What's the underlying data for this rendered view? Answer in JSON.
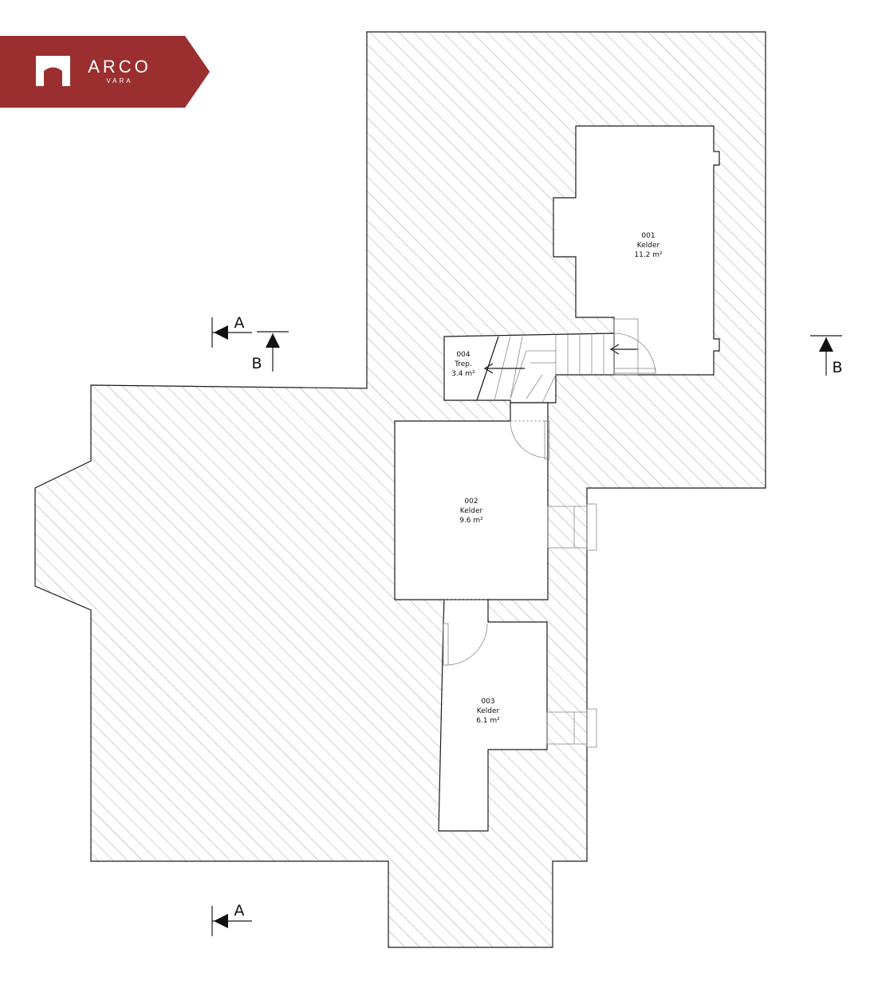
{
  "logo": {
    "brand": "ARCO",
    "sub": "VARA",
    "icon": "house-icon",
    "color": "#9b2f2f"
  },
  "rooms": [
    {
      "number": "001",
      "name": "Kelder",
      "area": "11.2",
      "unit": "m²"
    },
    {
      "number": "002",
      "name": "Kelder",
      "area": "9.6",
      "unit": "m²"
    },
    {
      "number": "003",
      "name": "Kelder",
      "area": "6.1",
      "unit": "m²"
    },
    {
      "number": "004",
      "name": "Trep.",
      "area": "3.4",
      "unit": "m²"
    }
  ],
  "sections": {
    "a_top": "A",
    "a_bottom": "A",
    "b_left": "B",
    "b_right": "B"
  },
  "colors": {
    "hatch": "#b49a9a",
    "wall_outline": "#1a1a1a"
  }
}
